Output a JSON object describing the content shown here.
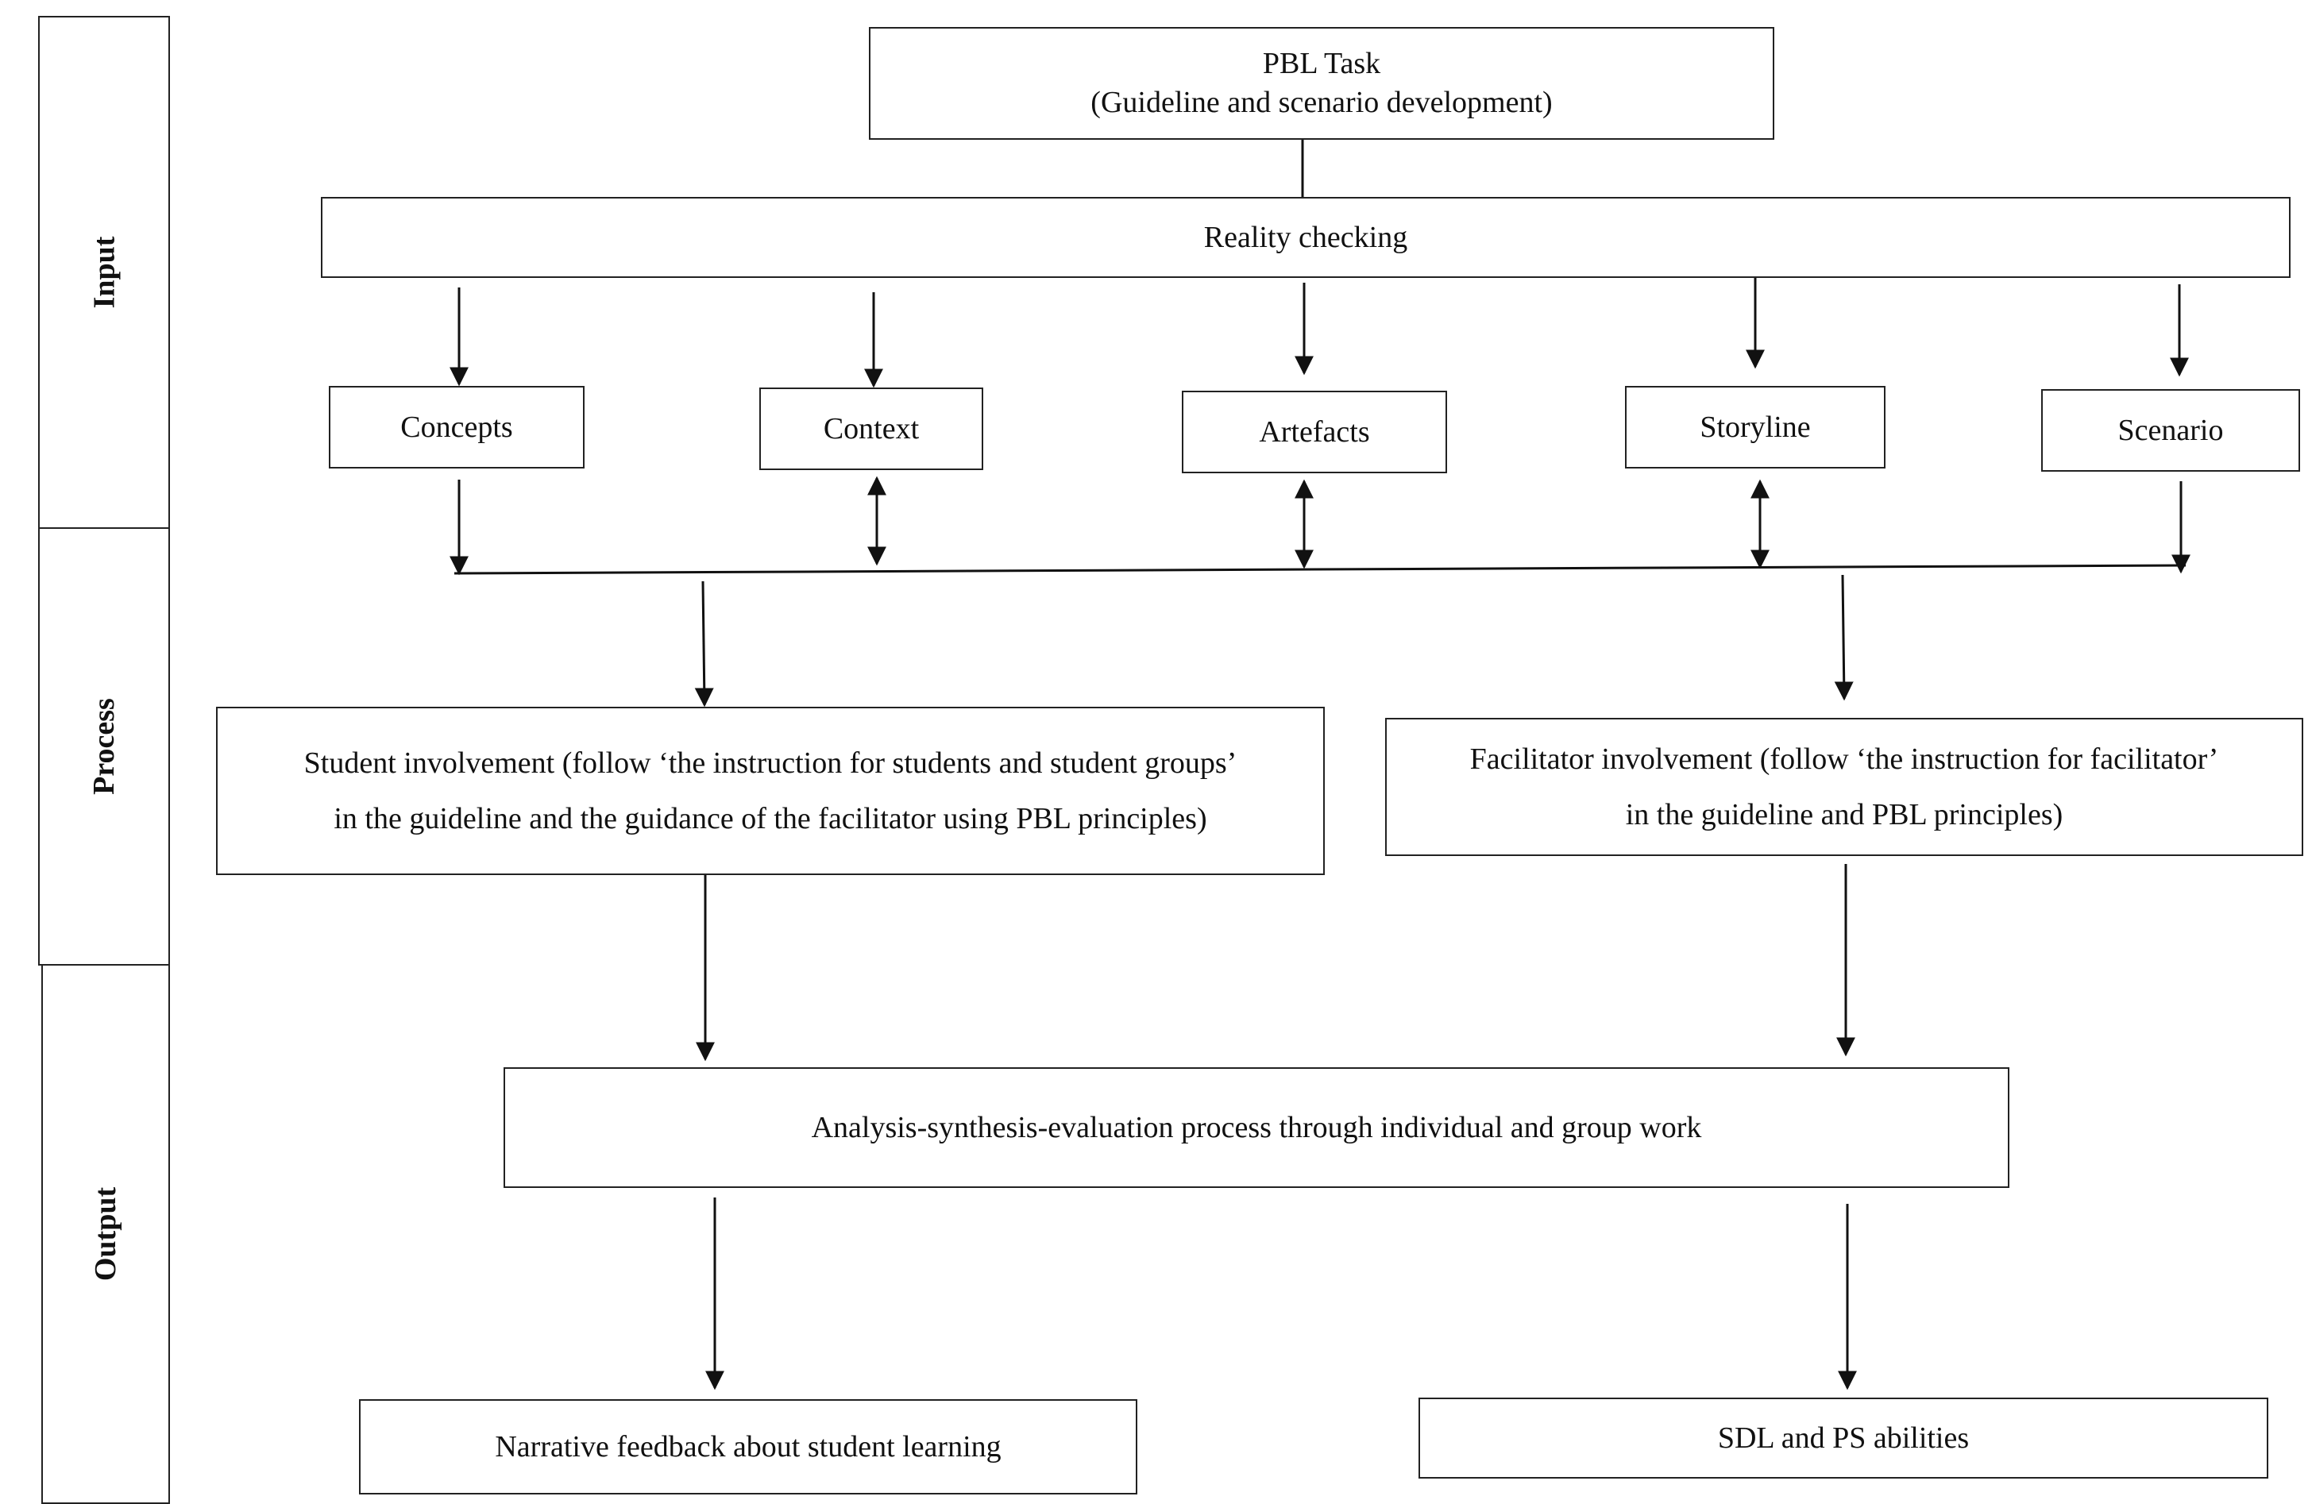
{
  "stages": {
    "input": "Input",
    "process": "Process",
    "output": "Output"
  },
  "task": {
    "title": "PBL Task",
    "subtitle": "(Guideline and scenario development)"
  },
  "reality_checking": "Reality checking",
  "elements": {
    "concepts": "Concepts",
    "context": "Context",
    "artefacts": "Artefacts",
    "storyline": "Storyline",
    "scenario": "Scenario"
  },
  "student_involvement": {
    "line1": "Student involvement (follow ‘the instruction for students and student groups’",
    "line2": "in the guideline and the guidance of the facilitator using PBL principles)"
  },
  "facilitator_involvement": {
    "line1": "Facilitator involvement (follow ‘the instruction for facilitator’",
    "line2": "in the guideline and PBL principles)"
  },
  "analysis": "Analysis-synthesis-evaluation process through individual and group work",
  "outputs": {
    "narrative": "Narrative feedback about student learning",
    "abilities": "SDL and PS abilities"
  }
}
